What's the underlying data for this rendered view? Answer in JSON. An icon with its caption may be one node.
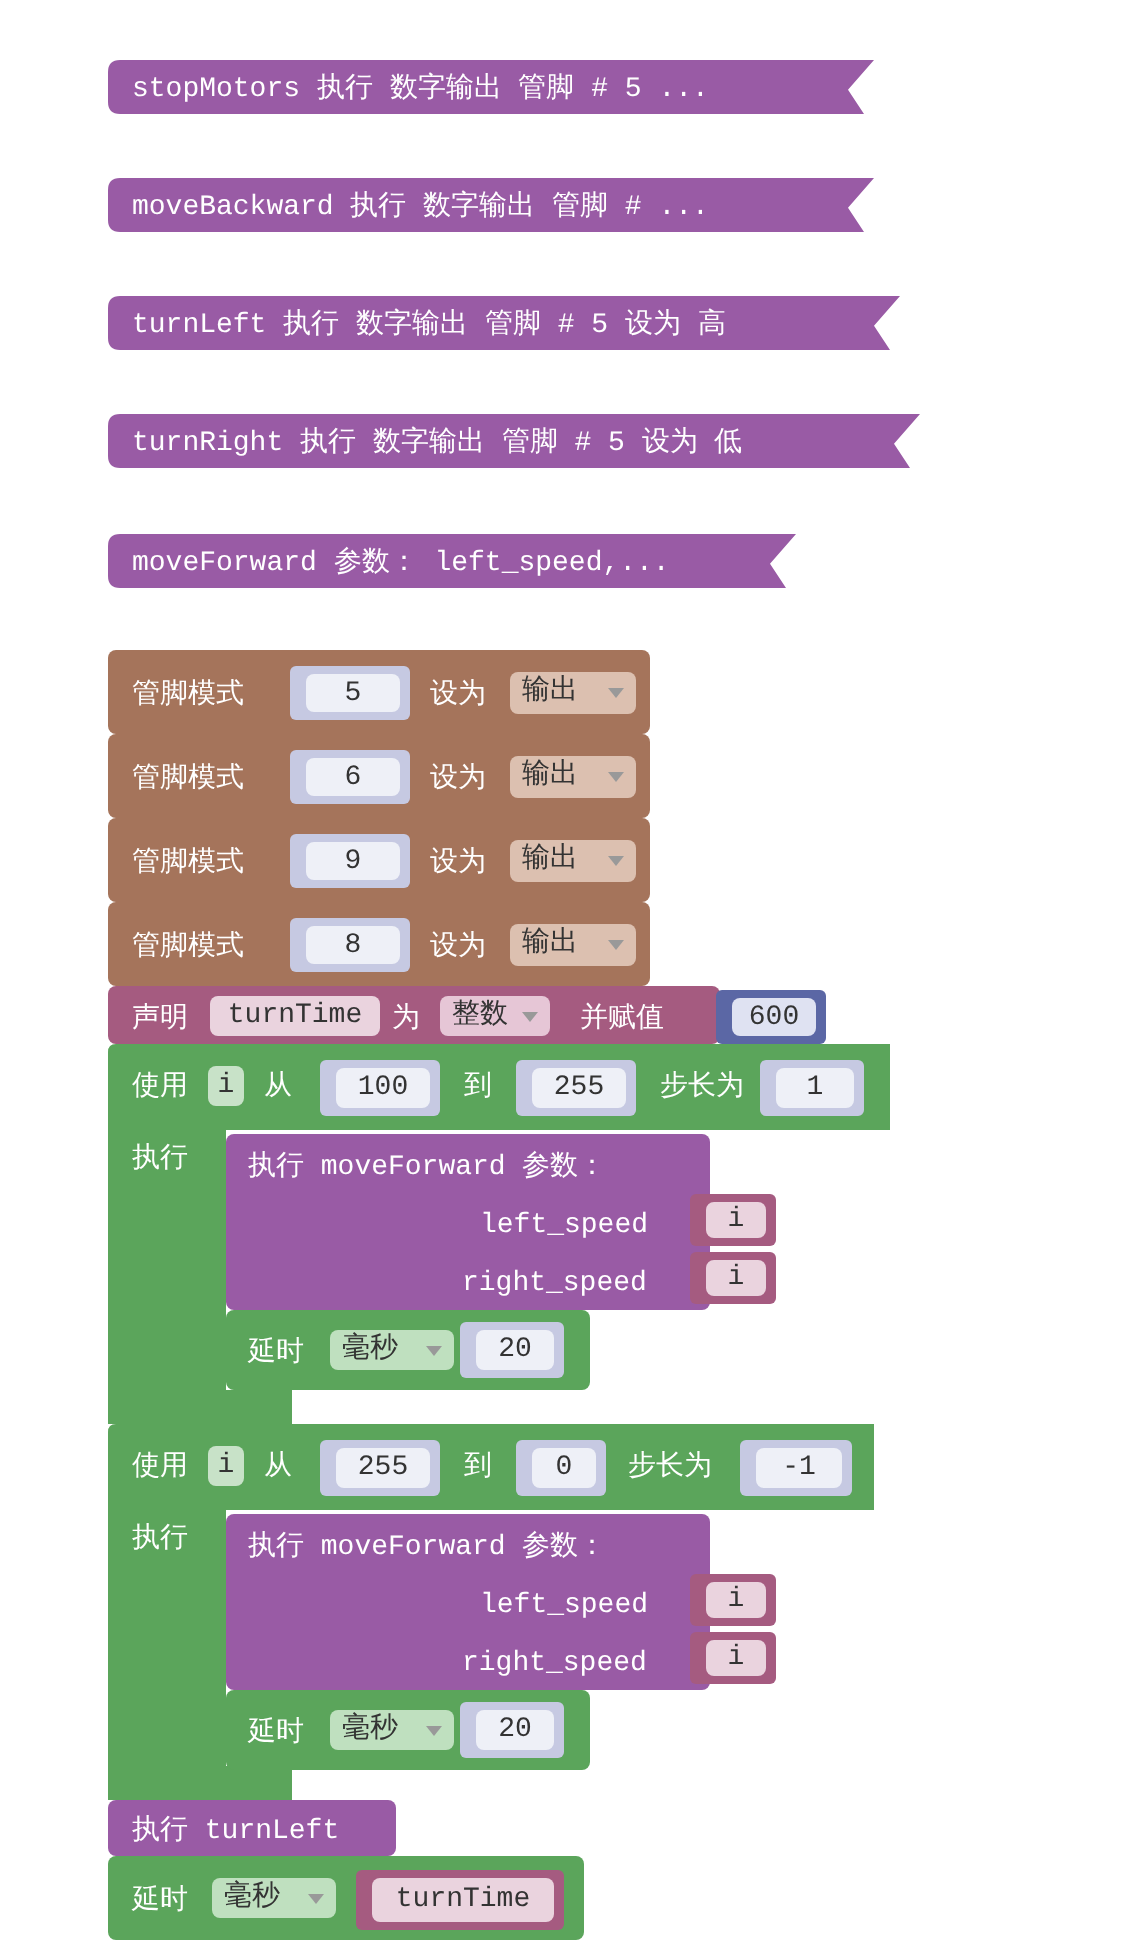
{
  "diagram": {
    "nodes": [
      {
        "text": [
          "stopMotors 执行 数字输出 管脚 # 5 ..."
        ]
      },
      {
        "text": [
          "moveBackward 执行 数字输出 管脚 # ..."
        ]
      },
      {
        "text": [
          "turnLeft 执行 数字输出 管脚 # 5 设为 高"
        ]
      },
      {
        "text": [
          "turnRight 执行 数字输出 管脚 # 5 设为 低"
        ]
      },
      {
        "text": [
          "moveForward 参数： left_speed,..."
        ]
      },
      {
        "text": [
          "管脚模式",
          "设为"
        ]
      },
      {
        "text": [
          "5"
        ],
        "in": 5
      },
      {
        "text": [
          "输出"
        ],
        "in": 5
      },
      {
        "text": [
          "管脚模式",
          "设为"
        ]
      },
      {
        "text": [
          "6"
        ],
        "in": 8
      },
      {
        "text": [
          "输出"
        ],
        "in": 8
      },
      {
        "text": [
          "管脚模式",
          "设为"
        ]
      },
      {
        "text": [
          "9"
        ],
        "in": 11
      },
      {
        "text": [
          "输出"
        ],
        "in": 11
      },
      {
        "text": [
          "管脚模式",
          "设为"
        ]
      },
      {
        "text": [
          "8"
        ],
        "in": 14
      },
      {
        "text": [
          "输出"
        ],
        "in": 14
      },
      {
        "text": [
          "声明",
          "为",
          "并赋值"
        ]
      },
      {
        "text": [
          "turnTime"
        ],
        "in": 17
      },
      {
        "text": [
          "整数"
        ],
        "in": 17
      },
      {
        "text": [
          "600"
        ]
      },
      {
        "text": [
          "使用",
          "从",
          "到",
          "步长为",
          "执行"
        ]
      },
      {
        "text": [
          "i"
        ],
        "in": 21
      },
      {
        "text": [
          "100"
        ],
        "in": 21
      },
      {
        "text": [
          "255"
        ],
        "in": 21
      },
      {
        "text": [
          "1"
        ],
        "in": 21
      },
      {
        "text": [
          "执行 moveForward 参数：",
          "left_speed",
          "right_speed"
        ],
        "in": 21
      },
      {
        "text": [
          "i"
        ],
        "in": 21
      },
      {
        "text": [
          "i"
        ],
        "in": 21
      },
      {
        "text": [
          "延时"
        ],
        "in": 21
      },
      {
        "text": [
          "毫秒"
        ],
        "in": 29
      },
      {
        "text": [
          "20"
        ],
        "in": 29
      },
      {
        "text": [
          "使用",
          "从",
          "到",
          "步长为",
          "执行"
        ]
      },
      {
        "text": [
          "i"
        ],
        "in": 32
      },
      {
        "text": [
          "255"
        ],
        "in": 32
      },
      {
        "text": [
          "0"
        ],
        "in": 32
      },
      {
        "text": [
          "-1"
        ],
        "in": 32
      },
      {
        "text": [
          "执行 moveForward 参数：",
          "left_speed",
          "right_speed"
        ],
        "in": 32
      },
      {
        "text": [
          "i"
        ],
        "in": 32
      },
      {
        "text": [
          "i"
        ],
        "in": 32
      },
      {
        "text": [
          "延时"
        ],
        "in": 32
      },
      {
        "text": [
          "毫秒"
        ],
        "in": 40
      },
      {
        "text": [
          "20"
        ],
        "in": 40
      },
      {
        "text": [
          "执行 turnLeft"
        ]
      },
      {
        "text": [
          "延时"
        ]
      },
      {
        "text": [
          "毫秒"
        ],
        "in": 44
      },
      {
        "text": [
          "turnTime"
        ],
        "in": 44
      }
    ]
  }
}
